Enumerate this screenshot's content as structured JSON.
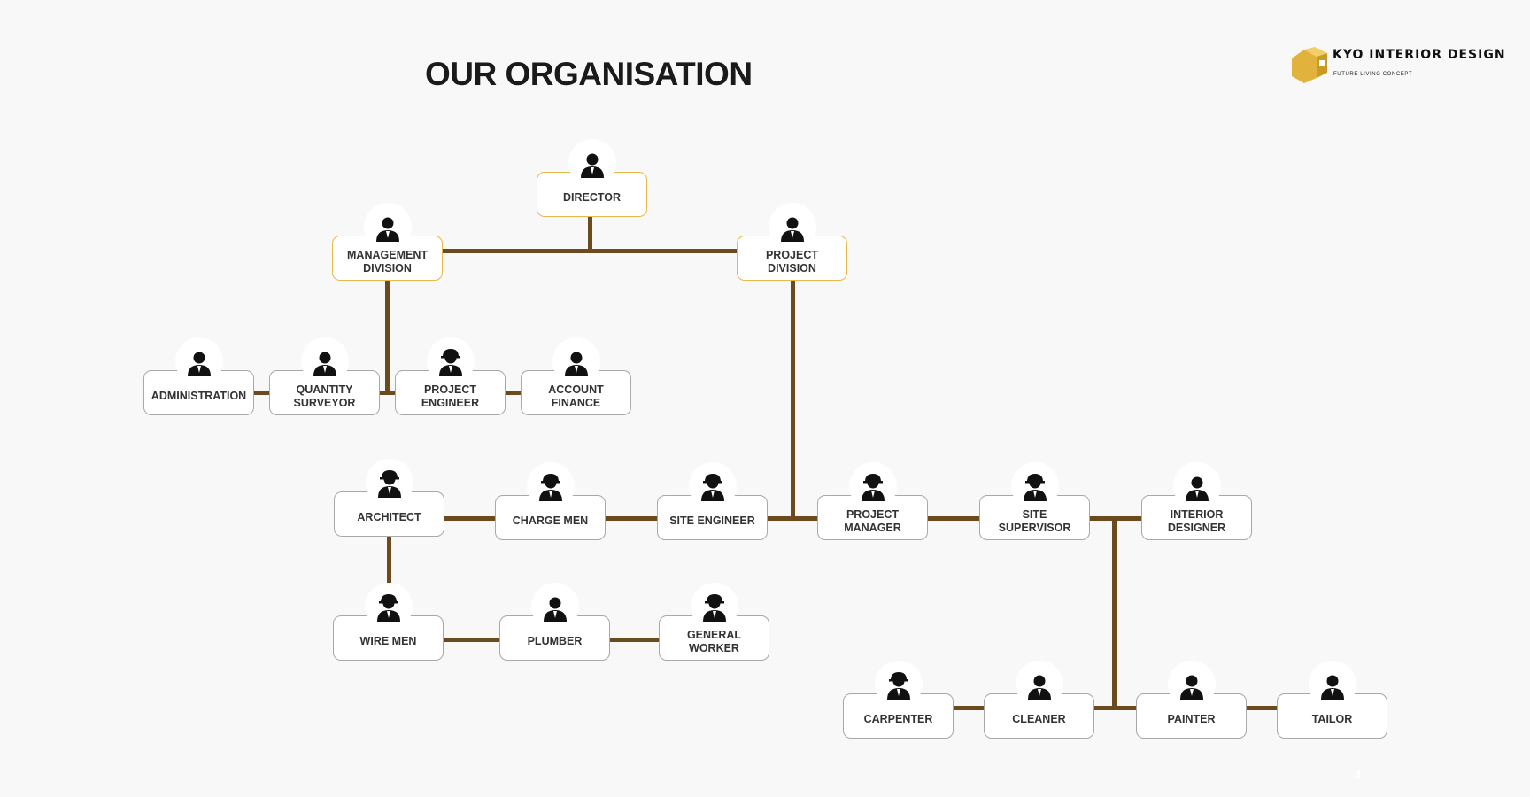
{
  "title": "OUR ORGANISATION",
  "logo": {
    "name": "KYO INTERIOR DESIGN",
    "tagline": "FUTURE LIVING CONCEPT"
  },
  "page_number": "4",
  "colors": {
    "connector": "#6b4a1e",
    "gold_border": "#e5b94b",
    "gray_border": "#a8a8a8"
  },
  "nodes": {
    "director": {
      "label": "DIRECTOR",
      "icon": "businessman-icon"
    },
    "management": {
      "label": "MANAGEMENT\nDIVISION",
      "icon": "office-desk-icon"
    },
    "project_division": {
      "label": "PROJECT\nDIVISION",
      "icon": "presentation-board-icon"
    },
    "administration": {
      "label": "ADMINISTRATION",
      "icon": "headset-operator-icon"
    },
    "quantity_surveyor": {
      "label": "QUANTITY\nSURVEYOR",
      "icon": "clipboard-person-icon"
    },
    "project_engineer": {
      "label": "PROJECT\nENGINEER",
      "icon": "engineer-tools-icon"
    },
    "account_finance": {
      "label": "ACCOUNT\nFINANCE",
      "icon": "finance-woman-icon"
    },
    "architect": {
      "label": "ARCHITECT",
      "icon": "architect-icon"
    },
    "charge_men": {
      "label": "CHARGE MEN",
      "icon": "electrician-icon"
    },
    "site_engineer": {
      "label": "SITE ENGINEER",
      "icon": "hardhat-worker-icon"
    },
    "project_manager": {
      "label": "PROJECT\nMANAGER",
      "icon": "manager-worker-icon"
    },
    "site_supervisor": {
      "label": "SITE\nSUPERVISOR",
      "icon": "supervisor-icon"
    },
    "interior_designer": {
      "label": "INTERIOR\nDESIGNER",
      "icon": "designer-laptop-icon"
    },
    "wire_men": {
      "label": "WIRE MEN",
      "icon": "wireman-icon"
    },
    "plumber": {
      "label": "PLUMBER",
      "icon": "plumber-wrench-icon"
    },
    "general_worker": {
      "label": "GENERAL\nWORKER",
      "icon": "general-worker-icon"
    },
    "carpenter": {
      "label": "CARPENTER",
      "icon": "carpenter-icon"
    },
    "cleaner": {
      "label": "CLEANER",
      "icon": "cleaner-icon"
    },
    "painter": {
      "label": "PAINTER",
      "icon": "painter-roller-icon"
    },
    "tailor": {
      "label": "TAILOR",
      "icon": "tailor-sewing-icon"
    }
  }
}
